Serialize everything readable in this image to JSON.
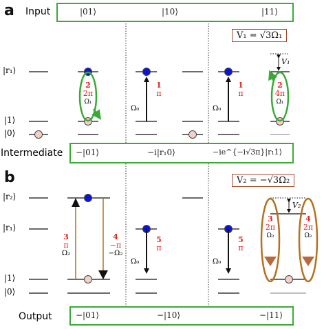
{
  "panel_a": {
    "letter": "a",
    "row_label_input": "Input",
    "row_label_intermediate": "Intermediate",
    "inputs": [
      "|01⟩",
      "|10⟩",
      "|11⟩"
    ],
    "intermediates": [
      "−|01⟩",
      "−i|r₁0⟩",
      "−ie^{−i√3π}|r₁1⟩"
    ],
    "levels": [
      "|r₁⟩",
      "|1⟩",
      "|0⟩"
    ],
    "v_box": "V₁ = √3Ω₁",
    "v_arrow_label": "V₁",
    "pulses": [
      {
        "step": "2",
        "area": "2π",
        "rabi": "Ω₁"
      },
      {
        "step": "1",
        "area": "π",
        "rabi": "Ω₀"
      },
      {
        "step": "1",
        "area": "π",
        "rabi": "Ω₀"
      },
      {
        "step": "2",
        "area": "4π",
        "rabi": "Ω₁"
      }
    ]
  },
  "panel_b": {
    "letter": "b",
    "row_label_output": "Output",
    "outputs": [
      "−|01⟩",
      "−|10⟩",
      "−|11⟩"
    ],
    "levels": [
      "|r₂⟩",
      "|r₁⟩",
      "|1⟩",
      "|0⟩"
    ],
    "v_box": "V₂ = −√3Ω₂",
    "v_arrow_label": "V₂",
    "pulses": [
      {
        "step": "3",
        "area": "π",
        "rabi": "Ω₂"
      },
      {
        "step": "4",
        "area": "−π",
        "rabi": "−Ω₂"
      },
      {
        "step": "5",
        "area": "π",
        "rabi": "Ω₀"
      },
      {
        "step": "5",
        "area": "π",
        "rabi": "Ω₀"
      },
      {
        "step": "3",
        "area": "2π",
        "rabi": "Ω₂"
      },
      {
        "step": "4",
        "area": "2π",
        "rabi": "Ω₂"
      }
    ]
  },
  "colors": {
    "green": "#3aaa35",
    "red_text": "#e0201b",
    "blue_atom": "#0a14d8",
    "pink_atom": "#f5cfc8",
    "brown": "#b5701f",
    "box_border": "#a5462a"
  }
}
